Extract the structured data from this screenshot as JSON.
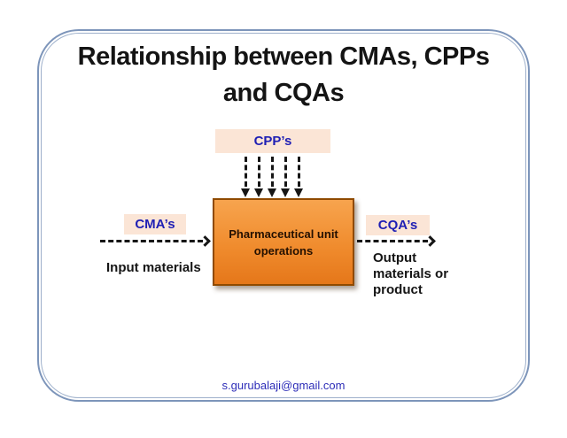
{
  "title": {
    "line1": "Relationship between CMAs, CPPs",
    "line2": "and CQAs"
  },
  "labels": {
    "cpps": "CPP’s",
    "cmas": "CMA’s",
    "cqas": "CQA’s",
    "input": "Input materials",
    "output": "Output materials or product"
  },
  "process_box": {
    "label": "Pharmaceutical unit operations"
  },
  "footer": {
    "email": "s.gurubalaji@gmail.com"
  },
  "colors": {
    "frame_border": "#7d95ba",
    "label_bg": "#fbe5d6",
    "label_text": "#1f1fb4",
    "arrow": "#161616",
    "process_top": "#f7a44e",
    "process_mid": "#f08c2e",
    "process_bottom": "#e5771a",
    "process_border": "#8f4a00",
    "process_text": "#241000",
    "email_text": "#2d2db8"
  }
}
